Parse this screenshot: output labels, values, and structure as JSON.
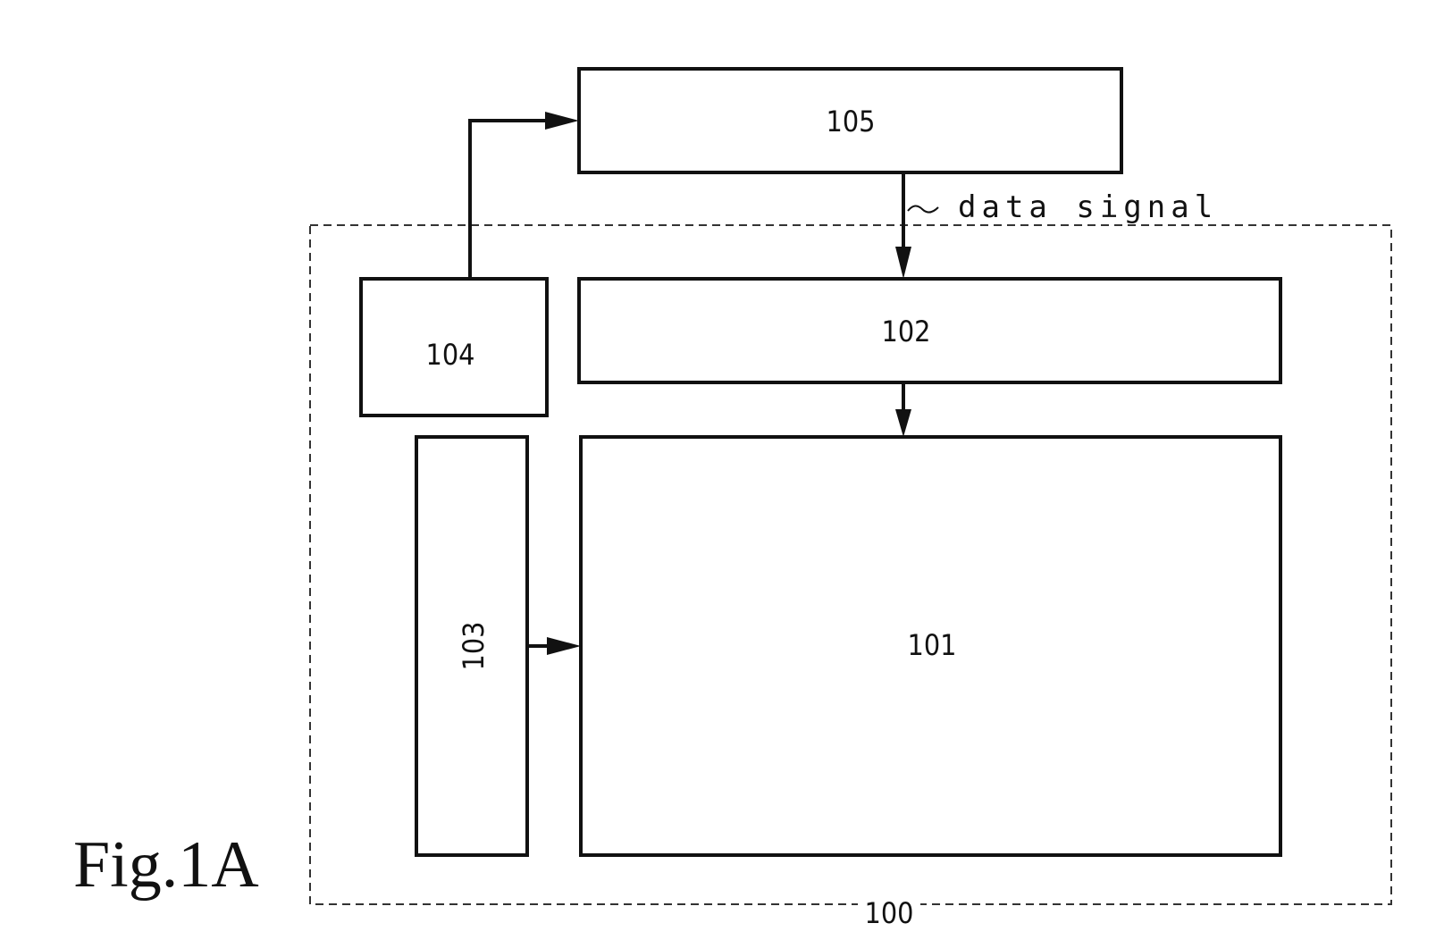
{
  "figure": {
    "title": "Fig.1A"
  },
  "blocks": {
    "b100": "100",
    "b101": "101",
    "b102": "102",
    "b103": "103",
    "b104": "104",
    "b105": "105"
  },
  "signals": {
    "data_signal": "data signal"
  }
}
